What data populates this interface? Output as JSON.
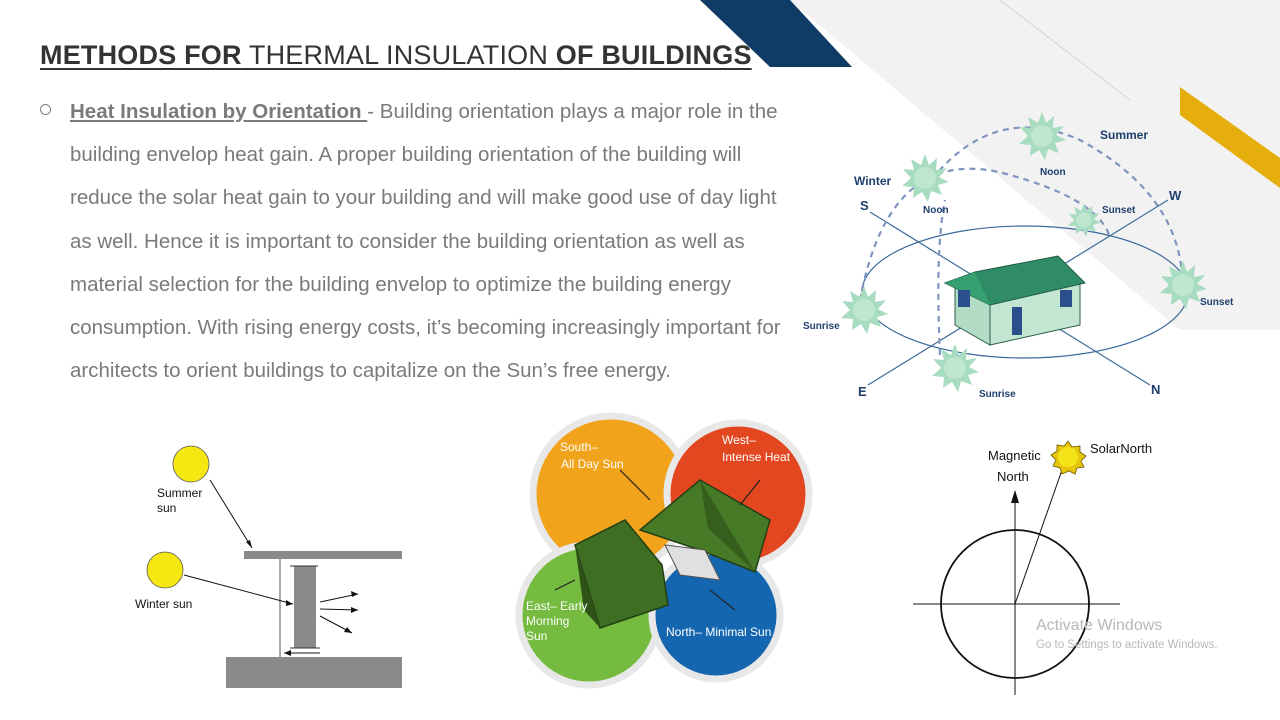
{
  "slide": {
    "title": {
      "part1": "METHODS FOR",
      "part2": " THERMAL INSULATION ",
      "part3": "OF BUILDINGS"
    },
    "bullet": {
      "keyword": "Heat Insulation by Orientation ",
      "text": "- Building orientation plays a major role in the building envelop heat gain. A proper building orientation of the building will reduce the solar heat gain to your building and will make good use of day light as well. Hence it is important to consider the building orientation as well as material selection for the building envelop to optimize the building energy consumption. With rising energy costs, it’s becoming increasingly important for architects to orient buildings to capitalize on the Sun’s free energy."
    }
  },
  "sun_path_diagram": {
    "summer": "Summer",
    "winter": "Winter",
    "noon_summer": "Noon",
    "noon_winter": "Noon",
    "sunset_winter": "Sunset",
    "sunset_summer": "Sunset",
    "sunrise_winter": "Sunrise",
    "sunrise_summer": "Sunrise",
    "dir_s": "S",
    "dir_w": "W",
    "dir_e": "E",
    "dir_n": "N"
  },
  "overhang_diagram": {
    "summer_sun_line1": "Summer",
    "summer_sun_line2": "sun",
    "winter_sun": "Winter sun"
  },
  "orientation_diagram": {
    "south_line1": "South–",
    "south_line2": "All Day Sun",
    "west_line1": "West–",
    "west_line2": "Intense Heat",
    "east_line1": "East– Early",
    "east_line2": "Morning",
    "east_line3": "Sun",
    "north": "North– Minimal Sun"
  },
  "compass_diagram": {
    "magnetic_line1": "Magnetic",
    "magnetic_line2": "North",
    "solar_north": "SolarNorth"
  },
  "watermark": {
    "line1": "Activate Windows",
    "line2": "Go to Settings to activate Windows."
  },
  "colors": {
    "navy": "#0f3c67",
    "gold": "#e5ae0c",
    "sun_green": "#a8dcc0",
    "house_green": "#2f8c66",
    "dial_orange": "#f2a31c",
    "dial_red": "#e3471f",
    "dial_green": "#74bb3f",
    "dial_blue": "#1566b0"
  }
}
